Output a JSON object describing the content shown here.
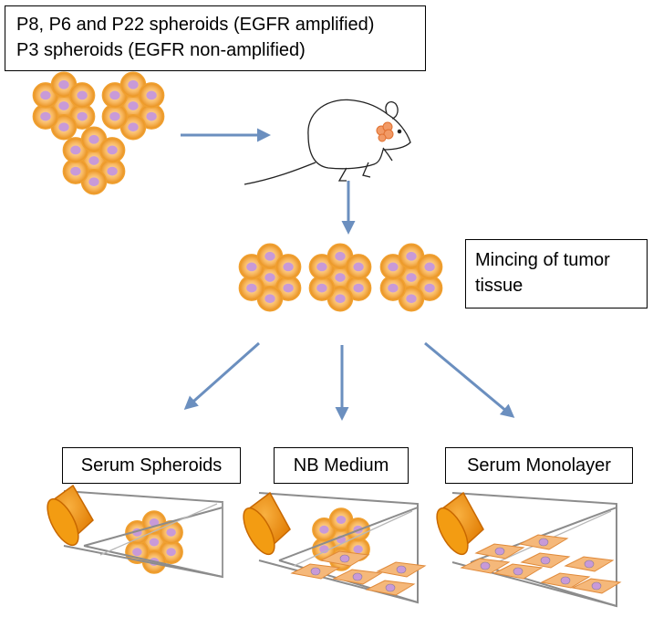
{
  "source_box": {
    "line1": "P8, P6 and P22 spheroids (EGFR amplified)",
    "line2": "P3 spheroids (EGFR non-amplified)"
  },
  "mincing_label": "Mincing of tumor tissue",
  "conditions": [
    {
      "label": "Serum Spheroids"
    },
    {
      "label": "NB Medium"
    },
    {
      "label": "Serum Monolayer"
    }
  ],
  "colors": {
    "arrow": "#6b8fbf",
    "cell_ring": "#f0a030",
    "cell_fill": "#f8c080",
    "nucleus": "#c89ad8",
    "flask_cap": "#f39c12",
    "flask_line": "#8c8c8c",
    "monolayer_cell": "#f5b87a"
  }
}
